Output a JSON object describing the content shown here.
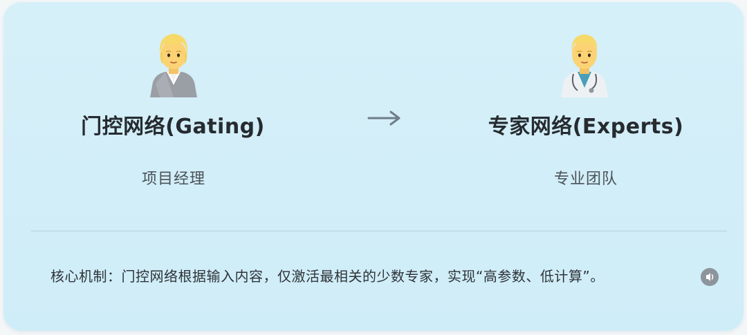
{
  "gating": {
    "title": "门控网络(Gating)",
    "role": "项目经理",
    "emoji_icon": "office-worker-icon"
  },
  "experts": {
    "title": "专家网络(Experts)",
    "role": "专业团队",
    "emoji_icon": "health-worker-icon"
  },
  "flow_icon": "right-arrow-icon",
  "mechanism": {
    "label": "核心机制：",
    "text": "门控网络根据输入内容，仅激活最相关的少数专家，实现“高参数、低计算”。"
  },
  "colors": {
    "card_background": "#d3eff9",
    "title_text": "#262b30",
    "sub_text": "#4a5158",
    "arrow": "#6f7d88",
    "divider": "#b8cfd8"
  }
}
